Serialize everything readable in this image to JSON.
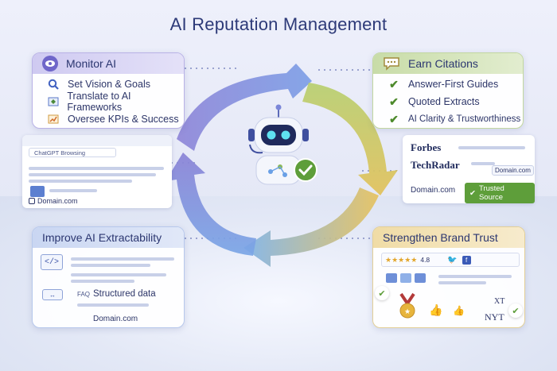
{
  "title": "AI Reputation Management",
  "monitor": {
    "heading": "Monitor AI",
    "items": [
      {
        "label": "Set Vision & Goals",
        "icon": "magnifier-icon"
      },
      {
        "label": "Translate to AI Frameworks",
        "icon": "framework-icon"
      },
      {
        "label": "Oversee KPIs & Success",
        "icon": "chart-icon"
      }
    ]
  },
  "earn": {
    "heading": "Earn Citations",
    "items": [
      {
        "label": "Answer-First Guides"
      },
      {
        "label": "Quoted Extracts"
      },
      {
        "label": "AI Clarity & Trustworthiness"
      }
    ]
  },
  "browser": {
    "tab": "ChatGPT Browsing",
    "domain": "Domain.com"
  },
  "sources": {
    "forbes": "Forbes",
    "techradar": "TechRadar",
    "domain_small": "Domain.com",
    "domain": "Domain.com",
    "trusted": "Trusted Source"
  },
  "improve": {
    "heading": "Improve AI Extractability",
    "faq": "FAQ",
    "structured": "Structured data",
    "domain": "Domain.com"
  },
  "strengthen": {
    "heading": "Strengthen Brand Trust",
    "rating": "4.8",
    "stars": "★★★★★",
    "nyt": "NYT",
    "xt": "XT"
  },
  "colors": {
    "purple": "#8e86d6",
    "green": "#8ab85a",
    "gold": "#e3b756",
    "blue": "#6e9fe0"
  }
}
